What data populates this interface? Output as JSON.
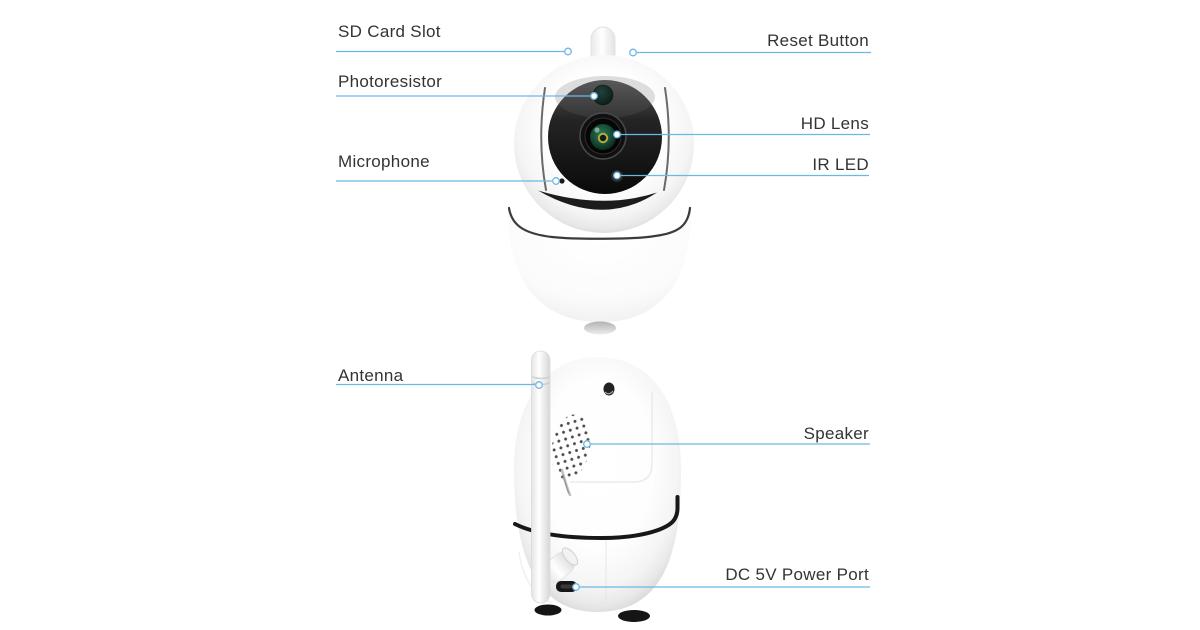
{
  "colors": {
    "accent": "#6cb8e4",
    "text": "#333333"
  },
  "labels": {
    "sd_card_slot": "SD Card Slot",
    "photoresistor": "Photoresistor",
    "microphone": "Microphone",
    "antenna": "Antenna",
    "reset_button": "Reset Button",
    "hd_lens": "HD Lens",
    "ir_led": "IR LED",
    "speaker": "Speaker",
    "dc_power_port": "DC 5V Power Port"
  }
}
